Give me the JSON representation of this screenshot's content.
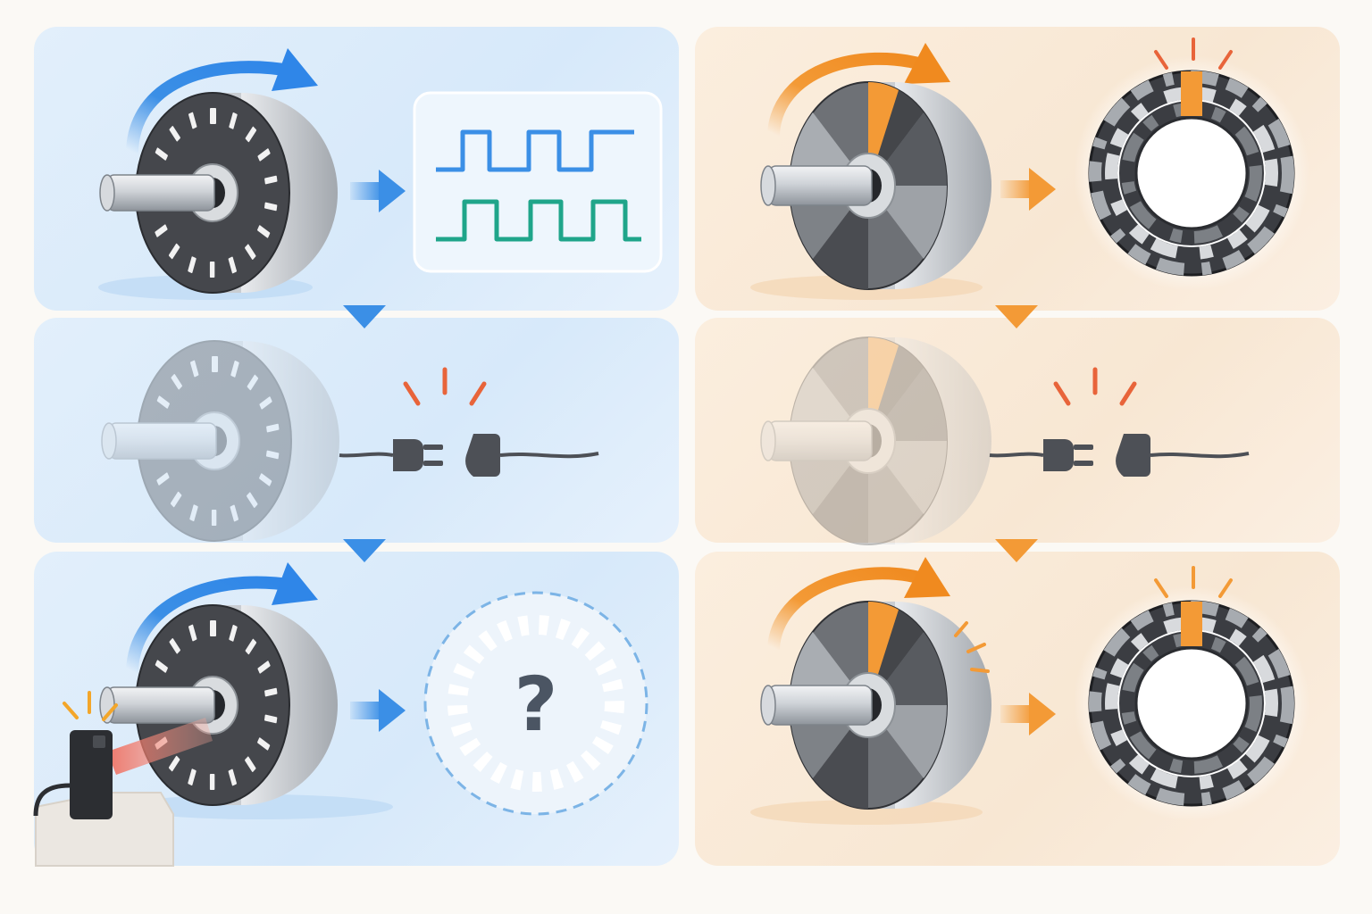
{
  "diagram": {
    "columns": [
      "incremental-encoder",
      "absolute-encoder"
    ],
    "rows": [
      "rotating",
      "power-lost",
      "power-restored"
    ],
    "colors": {
      "blue_accent": "#3b8fe6",
      "teal_signal": "#1fa58a",
      "orange_accent": "#f39a36",
      "alert_red": "#e8643a",
      "disk_dark": "#3d3f44",
      "panel_blue": "#dcecfa",
      "panel_orange": "#f9ead8"
    },
    "icons": {
      "rotation": "curved-arrow-icon",
      "flow": "right-arrow-icon",
      "step": "down-triangle-icon",
      "power_lost": "unplugged-icon",
      "sensor": "optical-sensor-icon",
      "unknown": "question-icon"
    },
    "unknown_position": {
      "symbol": "?"
    }
  }
}
